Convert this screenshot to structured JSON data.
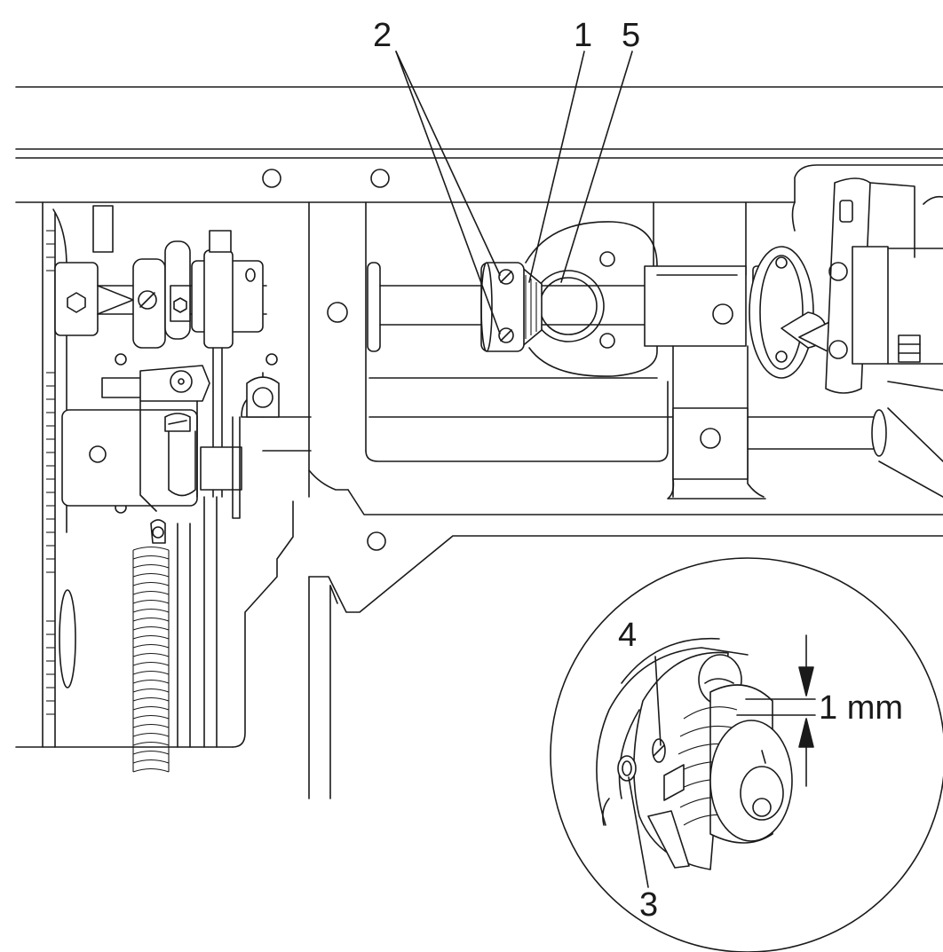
{
  "callouts": {
    "c1": "1",
    "c2": "2",
    "c3": "3",
    "c4": "4",
    "c5": "5"
  },
  "inset": {
    "gap": "1 mm"
  },
  "icons": {
    "main_view": "sewing-machine-mechanism",
    "inset_view": "bobbin-hook-detail"
  },
  "colors": {
    "ink": "#1a1a1a",
    "paper": "#ffffff"
  }
}
